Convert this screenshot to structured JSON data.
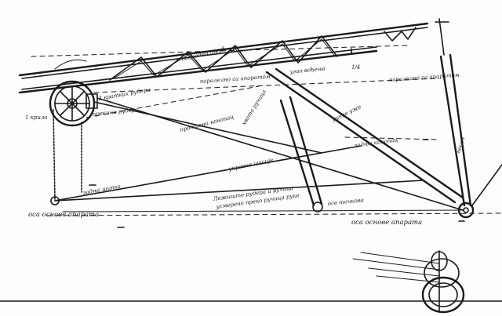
{
  "labels": {
    "beam": "подводни труб",
    "wing_angle": "угао вођења",
    "wing_fraction": "1/4",
    "parallel_left": "паралелно са апаратом",
    "parallel_right": "паралелно са апаратом",
    "wing_left": "1 крило",
    "rope_short": "2 кратких рудера",
    "chain_note": "прекини рудер",
    "front_cable": "противни конопац",
    "hand_shaft": "хвата ручица",
    "upper_shaft": "ручне уже",
    "rear_cable": "задњи конопац",
    "engine_shaft": "управне шасије",
    "leg": "носач",
    "shaft_left": "задња шипка",
    "axis_left": "оса основе апарата",
    "bottom_note_1": "Лежиште рудера и ручица",
    "bottom_note_2": "усмерено преко ручица руке",
    "wheel_axis": "осе точкова",
    "axis_right": "оса основе апарата"
  },
  "colors": {
    "ink": "#1a1a1a",
    "paper": "#fdfdfb"
  },
  "icons": {
    "sprocket": "chain-sprocket-icon",
    "wheel": "landing-wheel-icon"
  }
}
